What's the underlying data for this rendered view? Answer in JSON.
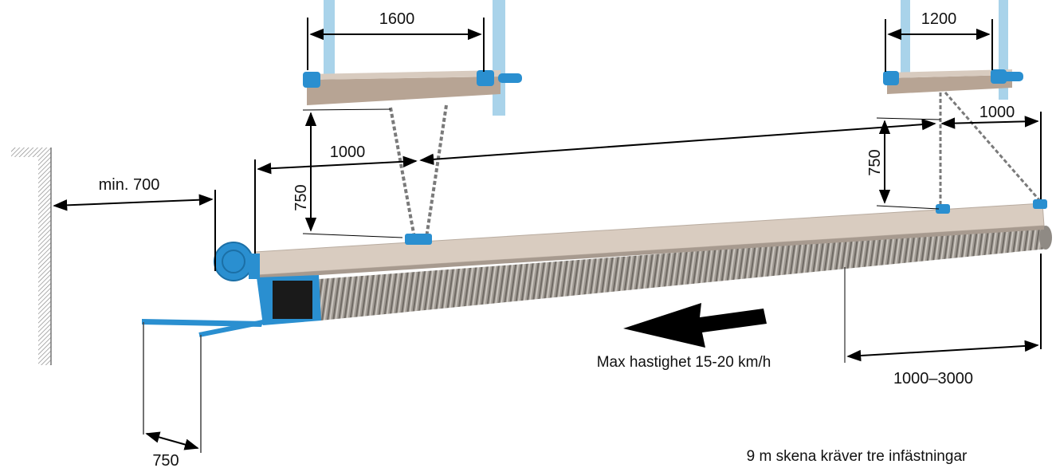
{
  "dimensions": {
    "top_left_bracket_width": "1600",
    "top_right_bracket_width": "1200",
    "left_chain_offset": "1000",
    "right_chain_offset": "1000",
    "left_hang_height": "750",
    "right_hang_height": "750",
    "wall_clearance": "min. 700",
    "brush_overhang": "1000–3000",
    "arm_length": "750"
  },
  "notes": {
    "speed": "Max hastighet 15-20 km/h",
    "rail_requirement": "9 m skena kräver tre infästningar"
  },
  "colors": {
    "steel_blue": "#2a8fd0",
    "rail_beige": "#d9ccc0",
    "bracket_brown": "#b7a494",
    "spring_gray": "#8f8a84",
    "dimension_black": "#000000"
  }
}
